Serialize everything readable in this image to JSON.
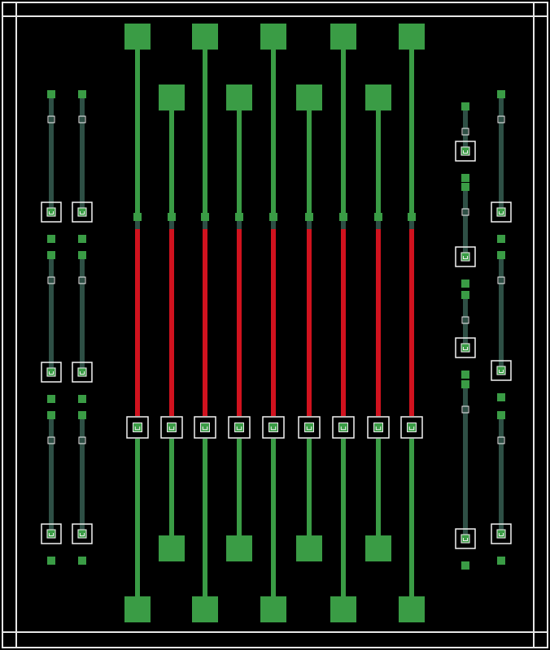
{
  "colors": {
    "background": "#000000",
    "frame": "#e6e6e6",
    "pad": "#3a9c45",
    "metal": "#3a9c45",
    "metal_dark": "#2e4f45",
    "resistor": "#d1121e",
    "via_outline": "#f2f2f2"
  },
  "icons": {
    "via": "via-icon",
    "pad": "bond-pad-icon",
    "resistor": "resistor-trace-icon"
  },
  "layout_summary": {
    "main_trace_count": 9,
    "side_chain_count": 4,
    "side_chain_positions": [
      "left",
      "left",
      "right",
      "right"
    ]
  }
}
